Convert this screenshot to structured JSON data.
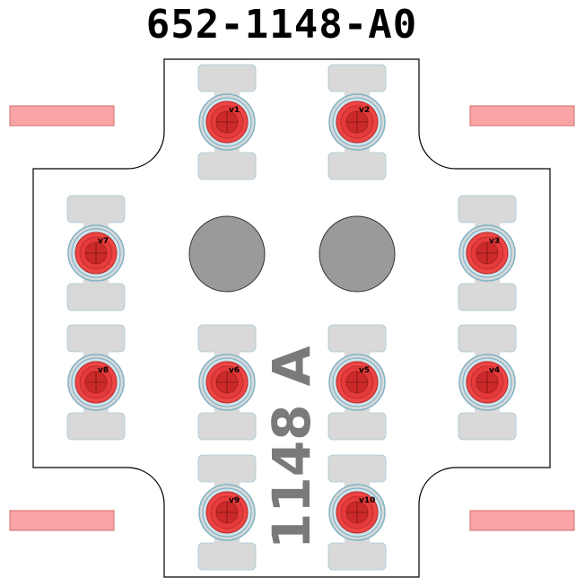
{
  "title": "652-1148-A0",
  "side_marking": "1148 A",
  "colors": {
    "outline": "#000000",
    "pad": "#d9d9d9",
    "pad_edge": "#a9c7d4",
    "valve_ring": "#7fb3c6",
    "valve_fill": "#ee4444",
    "valve_dark": "#cc2a2a",
    "hole": "#9a9a9a",
    "tab": "#f9a5a5"
  },
  "valves": [
    {
      "id": "v1",
      "label": "v1"
    },
    {
      "id": "v2",
      "label": "v2"
    },
    {
      "id": "v3",
      "label": "v3"
    },
    {
      "id": "v4",
      "label": "v4"
    },
    {
      "id": "v5",
      "label": "v5"
    },
    {
      "id": "v6",
      "label": "v6"
    },
    {
      "id": "v7",
      "label": "v7"
    },
    {
      "id": "v8",
      "label": "v8"
    },
    {
      "id": "v9",
      "label": "v9"
    },
    {
      "id": "v10",
      "label": "v10"
    }
  ]
}
